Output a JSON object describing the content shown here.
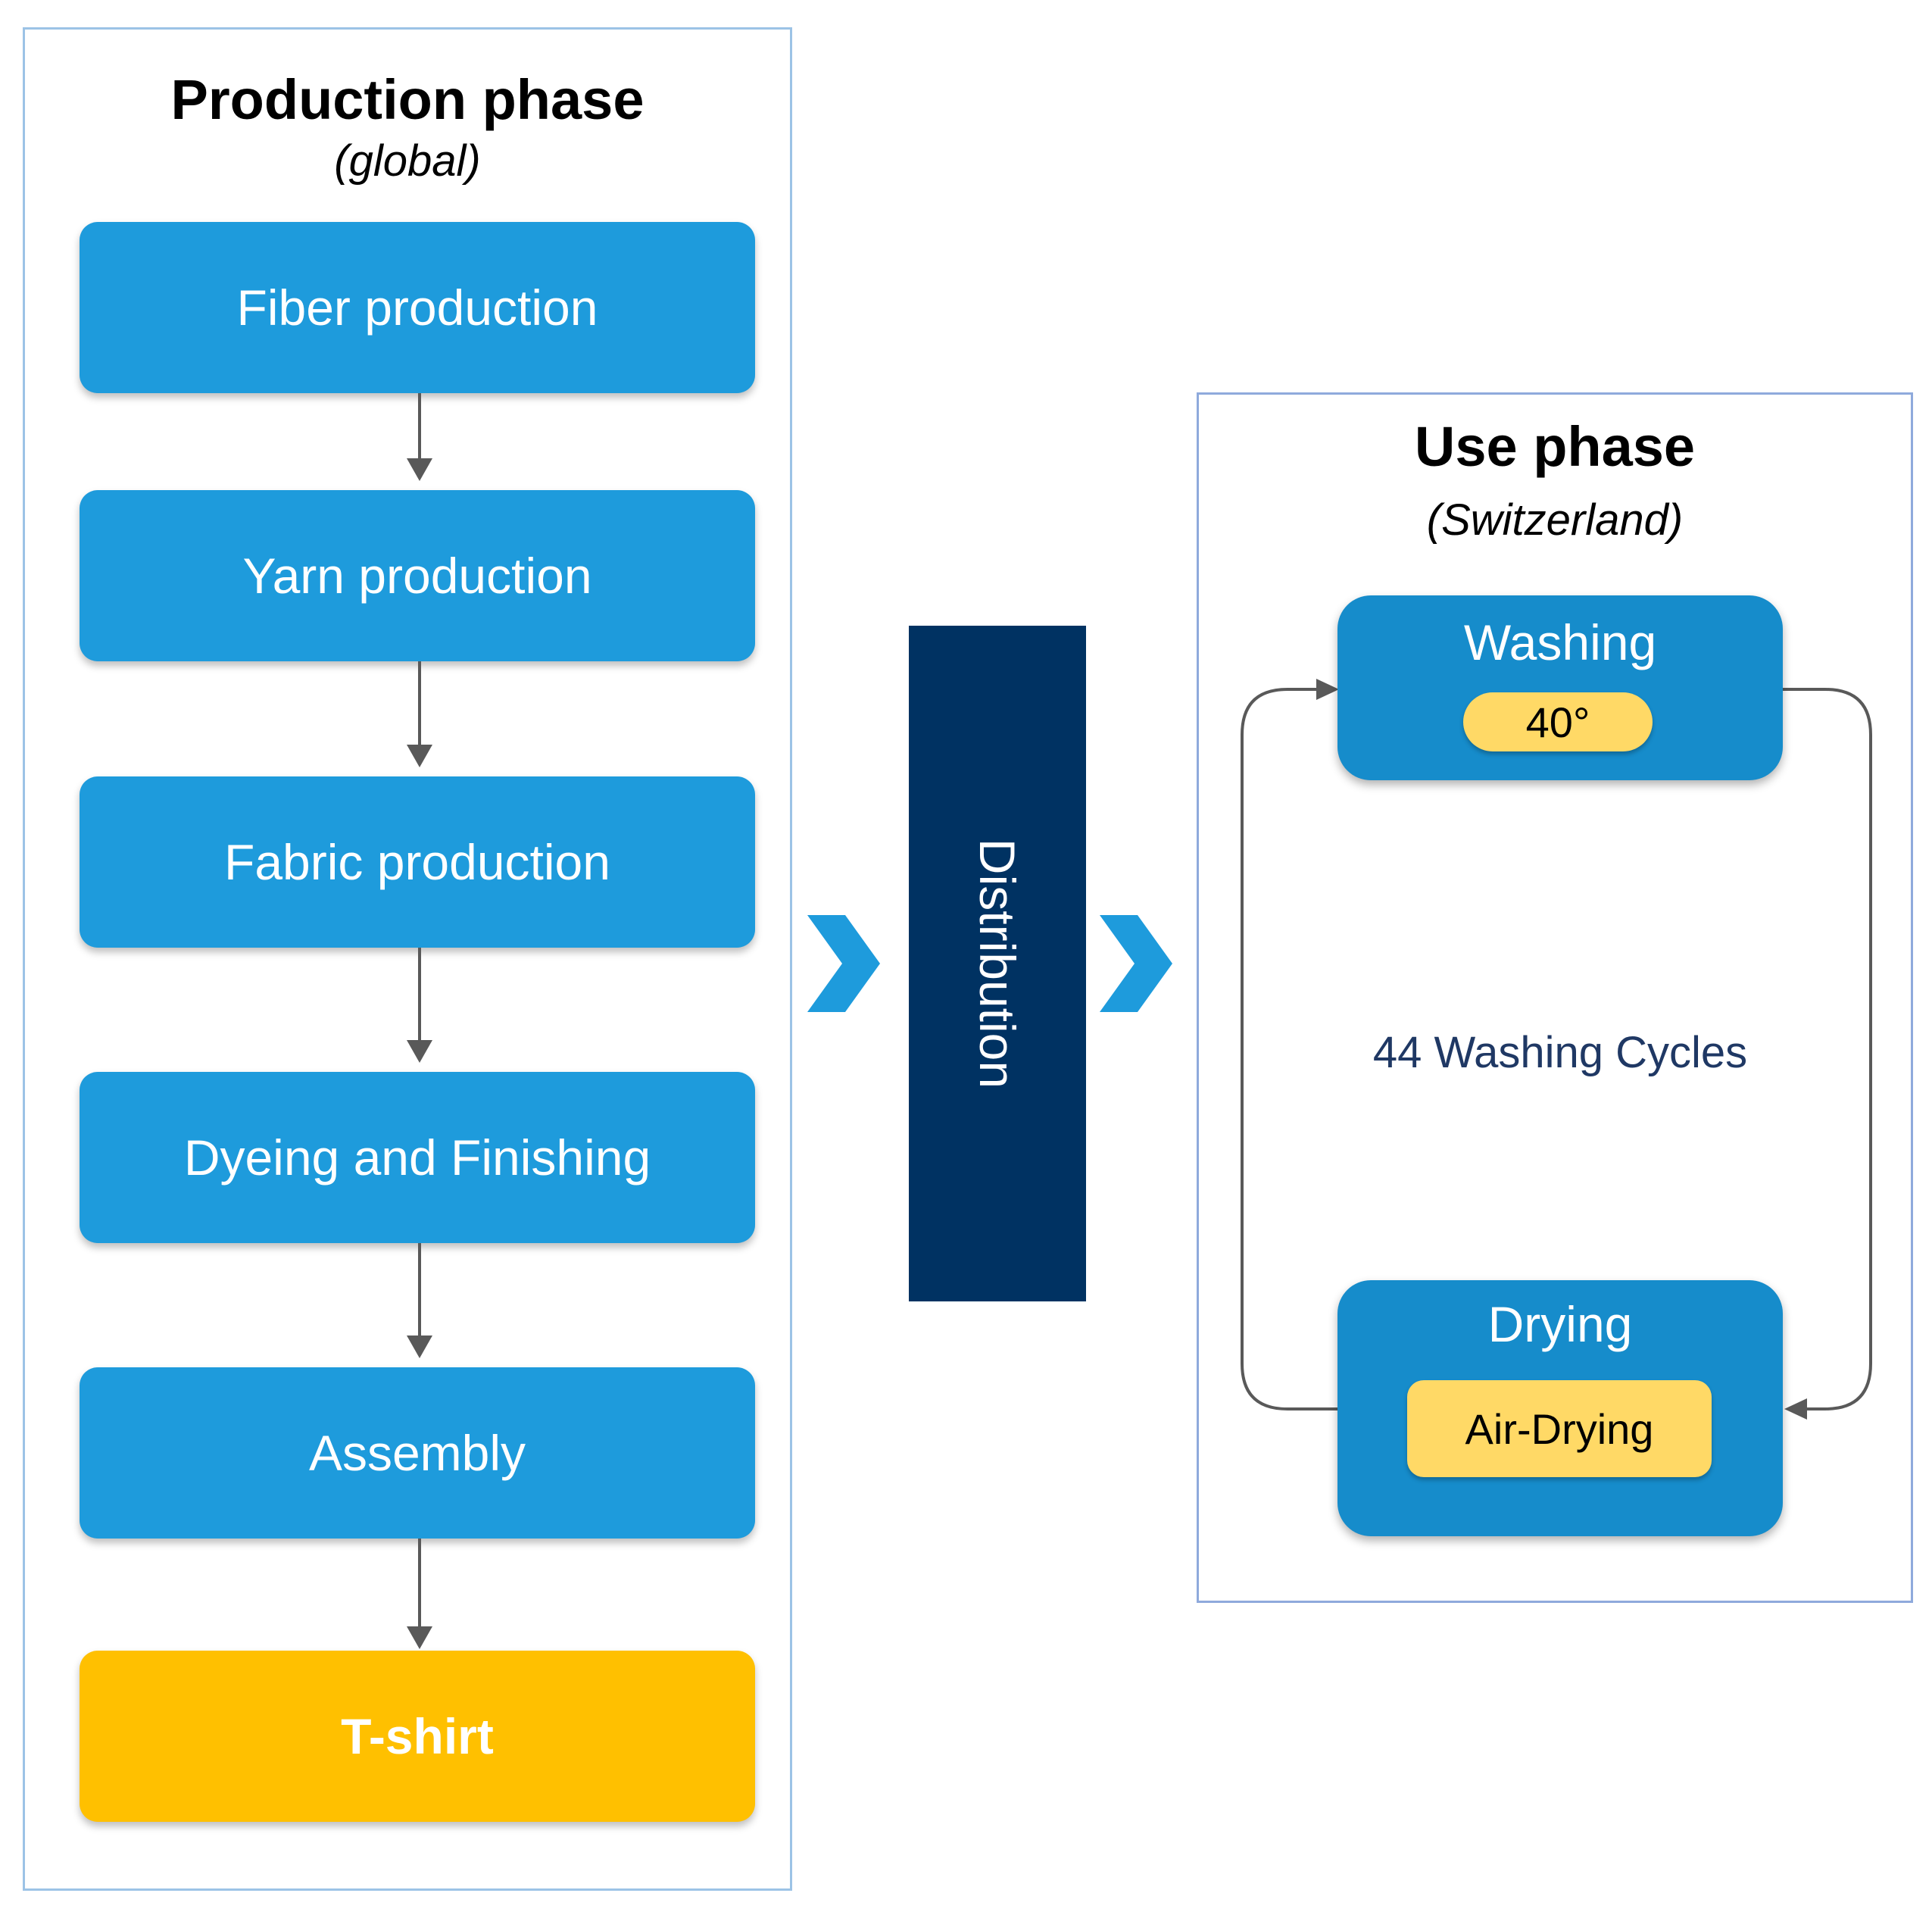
{
  "production_phase": {
    "title": "Production phase",
    "subtitle": "(global)",
    "steps": [
      {
        "label": "Fiber production"
      },
      {
        "label": "Yarn production"
      },
      {
        "label": "Fabric production"
      },
      {
        "label": "Dyeing and Finishing"
      },
      {
        "label": "Assembly"
      },
      {
        "label": "T-shirt"
      }
    ]
  },
  "distribution": {
    "label": "Distribution"
  },
  "use_phase": {
    "title": "Use phase",
    "subtitle": "(Switzerland)",
    "washing": {
      "label": "Washing",
      "temperature": "40°"
    },
    "drying": {
      "label": "Drying",
      "method": "Air-Drying"
    },
    "cycles": "44 Washing Cycles"
  },
  "colors": {
    "step_blue": "#1e9bdc",
    "final_orange": "#ffc000",
    "distribution_navy": "#003262",
    "use_box_blue": "#168ccb",
    "pill_yellow": "#ffd966",
    "chevron_blue": "#1e9bdc"
  },
  "icons": [
    "chevron-right-icon",
    "down-arrow-icon",
    "cycle-arrow-icon"
  ]
}
